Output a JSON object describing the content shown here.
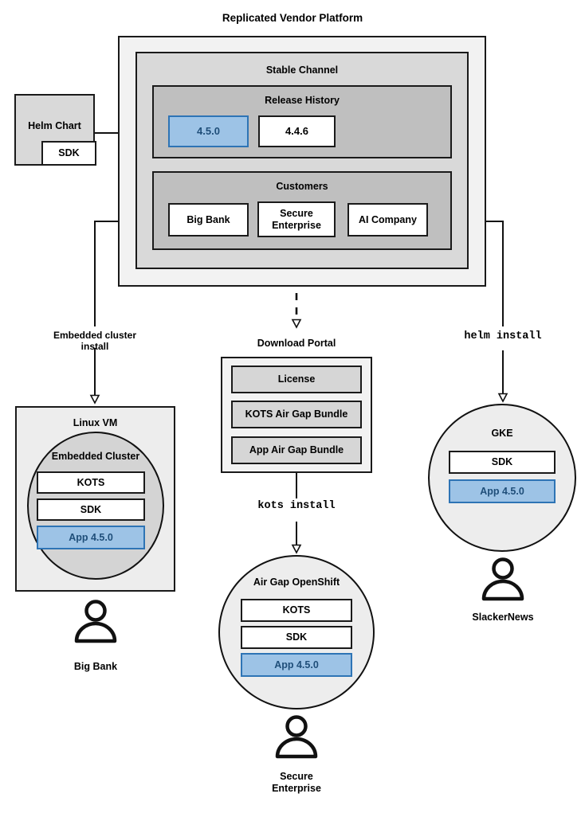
{
  "diagram": {
    "title": "Replicated Vendor Platform"
  },
  "source": {
    "helm_chart": "Helm Chart",
    "sdk": "SDK"
  },
  "platform": {
    "title": "Replicated Vendor Platform",
    "channel": {
      "title": "Stable Channel",
      "release_history": {
        "title": "Release History",
        "releases": [
          {
            "version": "4.5.0",
            "highlighted": true
          },
          {
            "version": "4.4.6",
            "highlighted": false
          }
        ]
      },
      "customers": {
        "title": "Customers",
        "items": [
          {
            "name": "Big Bank"
          },
          {
            "name": "Secure\nEnterprise"
          },
          {
            "name": "AI Company"
          }
        ]
      }
    }
  },
  "edges": {
    "embedded_cluster_install": "Embedded cluster\ninstall",
    "kots_install": "kots install",
    "helm_install": "helm install"
  },
  "branches": {
    "left": {
      "host_title": "Linux VM",
      "cluster_title": "Embedded Cluster",
      "components": [
        {
          "label": "KOTS",
          "highlighted": false
        },
        {
          "label": "SDK",
          "highlighted": false
        },
        {
          "label": "App 4.5.0",
          "highlighted": true
        }
      ],
      "customer": "Big Bank"
    },
    "middle": {
      "portal_title": "Download Portal",
      "portal_items": [
        {
          "label": "License"
        },
        {
          "label": "KOTS Air Gap Bundle"
        },
        {
          "label": "App Air Gap Bundle"
        }
      ],
      "host_title": "Air Gap OpenShift",
      "components": [
        {
          "label": "KOTS",
          "highlighted": false
        },
        {
          "label": "SDK",
          "highlighted": false
        },
        {
          "label": "App 4.5.0",
          "highlighted": true
        }
      ],
      "customer": "Secure\nEnterprise"
    },
    "right": {
      "host_title": "GKE",
      "components": [
        {
          "label": "SDK",
          "highlighted": false
        },
        {
          "label": "App 4.5.0",
          "highlighted": true
        }
      ],
      "customer": "SlackerNews"
    }
  },
  "colors": {
    "accent_fill": "#9DC3E6",
    "accent_border": "#2E74B5",
    "accent_text": "#1F4E79",
    "stroke": "#1a1a1a",
    "platform_outer": "#F2F2F2",
    "platform_mid": "#D9D9D9",
    "platform_inner": "#BFBFBF"
  }
}
